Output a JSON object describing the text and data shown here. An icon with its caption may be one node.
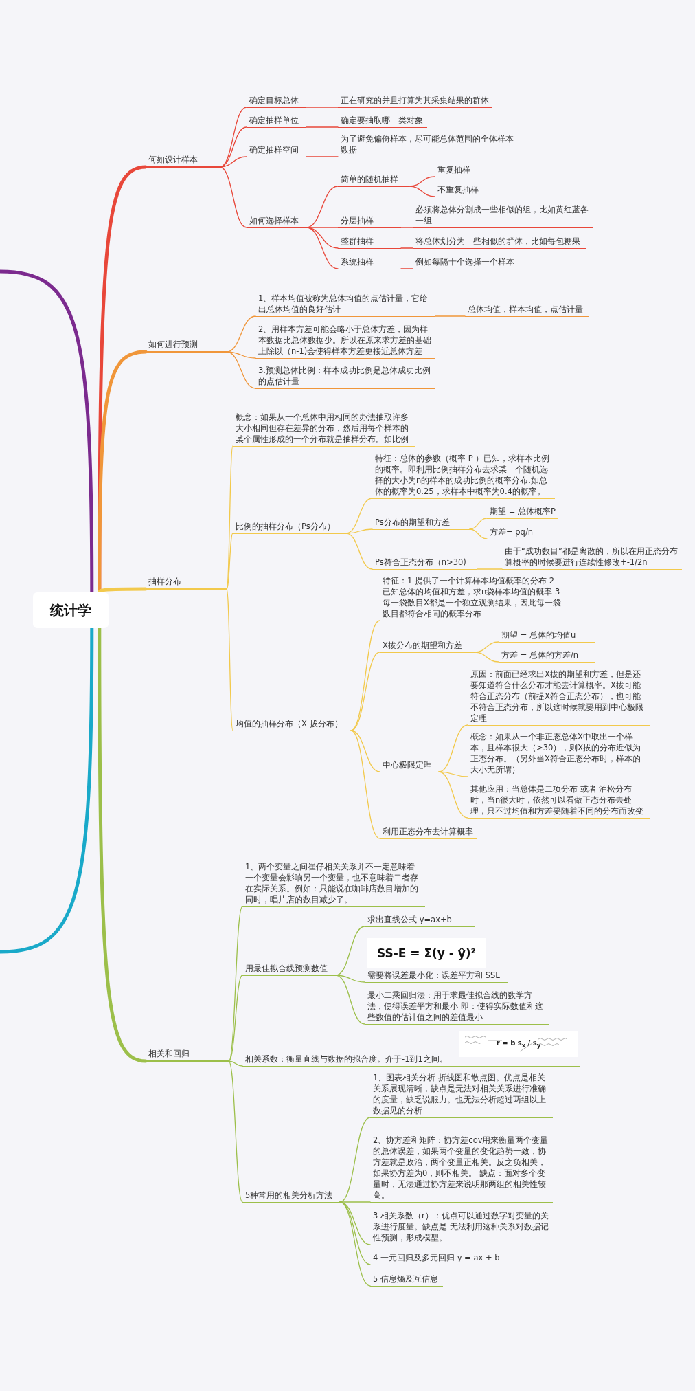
{
  "diagram": {
    "nodes": [
      {
        "text": [
          "统计学"
        ]
      },
      {
        "text": [
          "何如设计样本"
        ]
      },
      {
        "text": [
          "确定目标总体"
        ]
      },
      {
        "text": [
          "正在研究的并且打算为其采集结果的群体"
        ]
      },
      {
        "text": [
          "确定抽样单位"
        ]
      },
      {
        "text": [
          "确定要抽取哪一类对象"
        ]
      },
      {
        "text": [
          "确定抽样空间"
        ]
      },
      {
        "text": [
          "为了避免偏倚样本，尽可能总体范围的全体样本数据"
        ]
      },
      {
        "text": [
          "如何选择样本"
        ]
      },
      {
        "text": [
          "简单的随机抽样"
        ]
      },
      {
        "text": [
          "重复抽样"
        ]
      },
      {
        "text": [
          "不重复抽样"
        ]
      },
      {
        "text": [
          "分层抽样"
        ]
      },
      {
        "text": [
          "必须将总体分割成一些相似的组，比如黄红蓝各一组"
        ]
      },
      {
        "text": [
          "整群抽样"
        ]
      },
      {
        "text": [
          "将总体划分为一些相似的群体，比如每包糖果"
        ]
      },
      {
        "text": [
          "系统抽样"
        ]
      },
      {
        "text": [
          "例如每隔十个选择一个样本"
        ]
      },
      {
        "text": [
          "如何进行预测"
        ]
      },
      {
        "text": [
          "1、样本均值被称为总体均值的点估计量，它给出总体均值的良好估计"
        ]
      },
      {
        "text": [
          "总体均值，样本均值，点估计量"
        ]
      },
      {
        "text": [
          "2、用样本方差可能会略小于总体方差，因为样本数据比总体数据少。所以在原来求方差的基础上除以（n-1)会使得样本方差更接近总体方差"
        ]
      },
      {
        "text": [
          "3.预测总体比例：样本成功比例是总体成功比例的点估计量"
        ]
      },
      {
        "text": [
          "抽样分布"
        ]
      },
      {
        "text": [
          "概念：如果从一个总体中用相同的办法抽取许多大小相同但存在差异的分布，然后用每个样本的某个属性形成的一个分布就是抽样分布。如比例"
        ]
      },
      {
        "text": [
          "比例的抽样分布（Ps分布）"
        ]
      },
      {
        "text": [
          "特征：总体的参数（概率 P ）已知，求样本比例的概率。即利用比例抽样分布去求某一个随机选择的大小为n的样本的成功比例的概率分布.如总体的概率为0.25，求样本中概率为0.4的概率。"
        ]
      },
      {
        "text": [
          "Ps分布的期望和方差"
        ]
      },
      {
        "text": [
          "期望 = 总体概率P"
        ]
      },
      {
        "text": [
          "方差= pq/n"
        ]
      },
      {
        "text": [
          "Ps符合正态分布（n>30)"
        ]
      },
      {
        "text": [
          "由于“成功数目”都是离散的，所以在用正态分布算概率的时候要进行连续性修改+-1/2n"
        ]
      },
      {
        "text": [
          "均值的抽样分布（X 拔分布）"
        ]
      },
      {
        "text": [
          "特征：1 提供了一个计算样本均值概率的分布 2 已知总体的均值和方差，求n袋样本均值的概率 3 每一袋数目X都是一个独立观测结果，因此每一袋数目都符合相同的概率分布"
        ]
      },
      {
        "text": [
          "X拔分布的期望和方差"
        ]
      },
      {
        "text": [
          "期望 = 总体的均值u"
        ]
      },
      {
        "text": [
          "方差 = 总体的方差/n"
        ]
      },
      {
        "text": [
          "中心极限定理"
        ]
      },
      {
        "text": [
          "原因：前面已经求出X拔的期望和方差，但是还要知道符合什么分布才能去计算概率。X拔可能符合正态分布（前提X符合正态分布），也可能不符合正态分布，所以这时候就要用到中心极限定理"
        ]
      },
      {
        "text": [
          "概念：如果从一个非正态总体X中取出一个样本，且样本很大（>30），则X拔的分布近似为正态分布。（另外当X符合正态分布时，样本的大小无所谓）"
        ]
      },
      {
        "text": [
          "其他应用：当总体是二项分布 或者 泊松分布时，当n很大时，依然可以看做正态分布去处理，只不过均值和方差要随着不同的分布而改变"
        ]
      },
      {
        "text": [
          "利用正态分布去计算概率"
        ]
      },
      {
        "text": [
          "相关和回归"
        ]
      },
      {
        "text": [
          "1、两个变量之间崔仔相关关系并不一定意味着一个变量会影响另一个变量，也不意味着二者存在实际关系。例如：只能说在咖啡店数目增加的同时，唱片店的数目减少了。"
        ]
      },
      {
        "text": [
          "用最佳拟合线预测数值"
        ]
      },
      {
        "text": [
          "求出直线公式 y=ax+b"
        ]
      },
      {
        "text": [
          "需要将误差最小化：误差平方和 SSE"
        ]
      },
      {
        "text": [
          "SS-E = Σ(y - ŷ)²"
        ],
        "in": 46
      },
      {
        "text": [
          "最小二乘回归法：用于求最佳拟合线的数学方法，使得误差平方和最小 即：使得实际数值和这些数值的估计值之间的差值最小"
        ]
      },
      {
        "text": [
          "相关系数：衡量直线与数据的拟合度。介于-1到1之间。"
        ]
      },
      {
        "text": [
          "r = b s$_{x}$ / s$_{y}$"
        ],
        "in": 49
      },
      {
        "text": [
          "5种常用的相关分析方法"
        ]
      },
      {
        "text": [
          "1、图表相关分析-折线图和散点图。优点是相关关系展现清晰，缺点是无法对相关关系进行准确的度量，缺乏说服力。也无法分析超过两组以上数据见的分析"
        ]
      },
      {
        "text": [
          "2、协方差和矩阵：协方差cov用来衡量两个变量的总体误差，如果两个变量的变化趋势一致，协方差就是政治，两个变量正相关。反之负相关，如果协方差为0，则不相关。 缺点：面对多个变量时，无法通过协方差来说明那两组的相关性较高。"
        ]
      },
      {
        "text": [
          "3 相关系数（r）：优点可以通过数字对变量的关系进行度量。缺点是 无法利用这种关系对数据记性预测，形成模型。"
        ]
      },
      {
        "text": [
          "4 一元回归及多元回归 y = ax + b"
        ]
      },
      {
        "text": [
          "5 信息熵及互信息"
        ]
      }
    ],
    "edges": [
      {
        "from": 0,
        "to": null,
        "arrow": "none",
        "style": "thick",
        "color": "#7b2a8e"
      },
      {
        "from": 0,
        "to": 1,
        "arrow": "none",
        "style": "thick",
        "color": "#e8473a"
      },
      {
        "from": 0,
        "to": 18,
        "arrow": "none",
        "style": "thick",
        "color": "#f0963a"
      },
      {
        "from": 0,
        "to": 23,
        "arrow": "none",
        "style": "thick"
      },
      {
        "from": 0,
        "to": null,
        "arrow": "none",
        "style": "thick",
        "color": "#19a9c9"
      },
      {
        "from": 0,
        "to": 42,
        "arrow": "none",
        "style": "thick",
        "color": "#9cbf4a"
      },
      {
        "from": 1,
        "to": 2,
        "arrow": "none",
        "color": "#e8473a"
      },
      {
        "from": 2,
        "to": 3,
        "arrow": "none",
        "color": "#e8473a"
      },
      {
        "from": 1,
        "to": 4,
        "arrow": "none",
        "color": "#e8473a"
      },
      {
        "from": 4,
        "to": 5,
        "arrow": "none",
        "color": "#e8473a"
      },
      {
        "from": 1,
        "to": 6,
        "arrow": "none",
        "color": "#e8473a"
      },
      {
        "from": 6,
        "to": 7,
        "arrow": "none",
        "color": "#e8473a"
      },
      {
        "from": 1,
        "to": 8,
        "arrow": "none",
        "color": "#e8473a"
      },
      {
        "from": 8,
        "to": 9,
        "arrow": "none",
        "color": "#e8473a"
      },
      {
        "from": 9,
        "to": 10,
        "arrow": "none",
        "color": "#e8473a"
      },
      {
        "from": 9,
        "to": 11,
        "arrow": "none",
        "color": "#e8473a"
      },
      {
        "from": 8,
        "to": 12,
        "arrow": "none",
        "color": "#e8473a"
      },
      {
        "from": 12,
        "to": 13,
        "arrow": "none",
        "color": "#e8473a"
      },
      {
        "from": 8,
        "to": 14,
        "arrow": "none",
        "color": "#e8473a"
      },
      {
        "from": 14,
        "to": 15,
        "arrow": "none",
        "color": "#e8473a"
      },
      {
        "from": 8,
        "to": 16,
        "arrow": "none",
        "color": "#e8473a"
      },
      {
        "from": 16,
        "to": 17,
        "arrow": "none",
        "color": "#e8473a"
      },
      {
        "from": 18,
        "to": 19,
        "arrow": "none",
        "color": "#f0963a"
      },
      {
        "from": 19,
        "to": 20,
        "arrow": "none",
        "color": "#f0963a"
      },
      {
        "from": 18,
        "to": 21,
        "arrow": "none",
        "color": "#f0963a"
      },
      {
        "from": 18,
        "to": 22,
        "arrow": "none",
        "color": "#f0963a"
      },
      {
        "from": 23,
        "to": 24,
        "arrow": "none"
      },
      {
        "from": 23,
        "to": 25,
        "arrow": "none"
      },
      {
        "from": 25,
        "to": 26,
        "arrow": "none"
      },
      {
        "from": 25,
        "to": 27,
        "arrow": "none"
      },
      {
        "from": 27,
        "to": 28,
        "arrow": "none"
      },
      {
        "from": 27,
        "to": 29,
        "arrow": "none"
      },
      {
        "from": 25,
        "to": 30,
        "arrow": "none"
      },
      {
        "from": 30,
        "to": 31,
        "arrow": "none"
      },
      {
        "from": 23,
        "to": 32,
        "arrow": "none"
      },
      {
        "from": 32,
        "to": 33,
        "arrow": "none"
      },
      {
        "from": 32,
        "to": 34,
        "arrow": "none"
      },
      {
        "from": 34,
        "to": 35,
        "arrow": "none"
      },
      {
        "from": 34,
        "to": 36,
        "arrow": "none"
      },
      {
        "from": 32,
        "to": 37,
        "arrow": "none"
      },
      {
        "from": 37,
        "to": 38,
        "arrow": "none"
      },
      {
        "from": 37,
        "to": 39,
        "arrow": "none"
      },
      {
        "from": 37,
        "to": 40,
        "arrow": "none"
      },
      {
        "from": 32,
        "to": 41,
        "arrow": "none"
      },
      {
        "from": 42,
        "to": 43,
        "arrow": "none",
        "color": "#9cbf4a"
      },
      {
        "from": 42,
        "to": 44,
        "arrow": "none",
        "color": "#9cbf4a"
      },
      {
        "from": 44,
        "to": 45,
        "arrow": "none",
        "color": "#9cbf4a"
      },
      {
        "from": 44,
        "to": 46,
        "arrow": "none",
        "color": "#9cbf4a"
      },
      {
        "from": 44,
        "to": 48,
        "arrow": "none",
        "color": "#9cbf4a"
      },
      {
        "from": 42,
        "to": 49,
        "arrow": "none",
        "color": "#9cbf4a"
      },
      {
        "from": 42,
        "to": 51,
        "arrow": "none",
        "color": "#9cbf4a"
      },
      {
        "from": 51,
        "to": 52,
        "arrow": "none",
        "color": "#9cbf4a"
      },
      {
        "from": 51,
        "to": 53,
        "arrow": "none",
        "color": "#9cbf4a"
      },
      {
        "from": 51,
        "to": 54,
        "arrow": "none",
        "color": "#9cbf4a"
      },
      {
        "from": 51,
        "to": 55,
        "arrow": "none",
        "color": "#9cbf4a"
      },
      {
        "from": 51,
        "to": 56,
        "arrow": "none",
        "color": "#9cbf4a"
      }
    ]
  }
}
